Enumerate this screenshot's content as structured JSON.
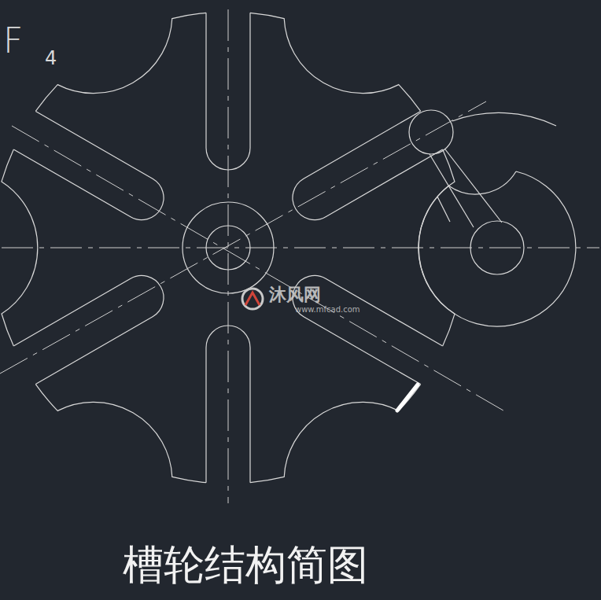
{
  "diagram": {
    "caption": "槽轮结构简图",
    "labels": [
      "F",
      "4",
      "沐风网",
      "www.mfcad.com"
    ]
  }
}
